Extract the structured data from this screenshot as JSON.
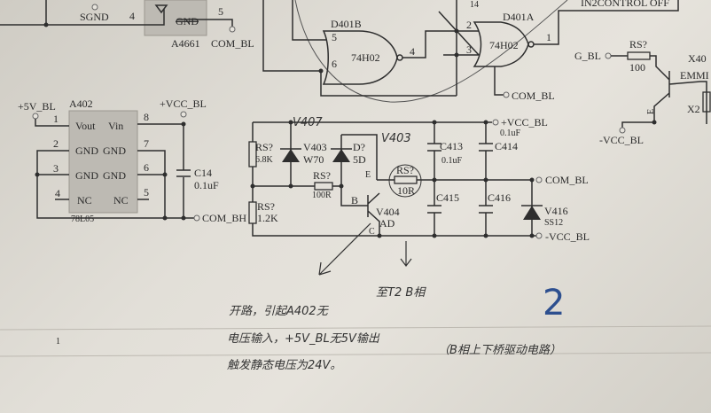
{
  "top_left": {
    "sgnd": "SGND",
    "pin4": "4",
    "pin5": "5",
    "gnd": "GND",
    "chip": "A4661",
    "com_bl": "COM_BL"
  },
  "gates": {
    "d401b": {
      "ref": "D401B",
      "type": "74H02",
      "in_a": "5",
      "in_b": "6",
      "out": "4"
    },
    "d401a": {
      "ref": "D401A",
      "type": "74H02",
      "in_a": "2",
      "in_b": "3",
      "out": "1",
      "pin14": "14"
    },
    "com_bl": "COM_BL",
    "in2control": "IN2CONTROL OFF"
  },
  "right_driver": {
    "g_bl": "G_BL",
    "rs": "RS?",
    "rs_value": "100",
    "ref": "X40",
    "emmi": "EMMI",
    "e": "E",
    "x2": "X2",
    "vcc_neg": "-VCC_BL"
  },
  "regulator": {
    "ref": "A402",
    "part": "78L05",
    "in_net": "+VCC_BL",
    "out_net": "+5V_BL",
    "gnd_net": "COM_BH",
    "pins_left": [
      {
        "num": "1",
        "name": "Vout"
      },
      {
        "num": "2",
        "name": "GND"
      },
      {
        "num": "3",
        "name": "GND"
      },
      {
        "num": "4",
        "name": "NC"
      }
    ],
    "pins_right": [
      {
        "num": "8",
        "name": "Vin"
      },
      {
        "num": "7",
        "name": "GND"
      },
      {
        "num": "6",
        "name": "GND"
      },
      {
        "num": "5",
        "name": "NC"
      }
    ],
    "cap": {
      "ref": "C14",
      "value": "0.1uF"
    }
  },
  "supply": {
    "r1": {
      "ref": "RS?",
      "value": "6.8K"
    },
    "r2": {
      "ref": "RS?",
      "value": "1.2K"
    },
    "r3": {
      "ref": "RS?",
      "value": "100R"
    },
    "r4": {
      "ref": "RS?",
      "value": "10R"
    },
    "z1": {
      "ref": "V403",
      "value": "W70"
    },
    "z2": {
      "ref": "D?",
      "value": "5D"
    },
    "q": {
      "ref": "V404",
      "value": "AD",
      "b": "B",
      "e": "E",
      "c": "C"
    },
    "c413": {
      "ref": "C413",
      "value": "0.1uF"
    },
    "c414": {
      "ref": "C414",
      "value": "0.1uF"
    },
    "c415": "C415",
    "c416": "C416",
    "d": {
      "ref": "V416",
      "value": "SS12"
    },
    "vcc_pos": "+VCC_BL",
    "com": "COM_BL",
    "vcc_neg": "-VCC_BL",
    "hand_v1": "V407",
    "hand_v2": "V403"
  },
  "notes": {
    "to_t2": "至T2 B相",
    "line1": "开路，引起A402无",
    "line2": "电压输入，+5V_BL无5V输出",
    "line3": "触发静态电压为24V。",
    "bracket": "（B相上下桥驱动电路）",
    "page_mark": "2",
    "margin_num": "1"
  },
  "colors": {
    "ink": "#2e2e2e",
    "blue_pen": "#2d4f8f",
    "paper": "#e2dfd8"
  }
}
